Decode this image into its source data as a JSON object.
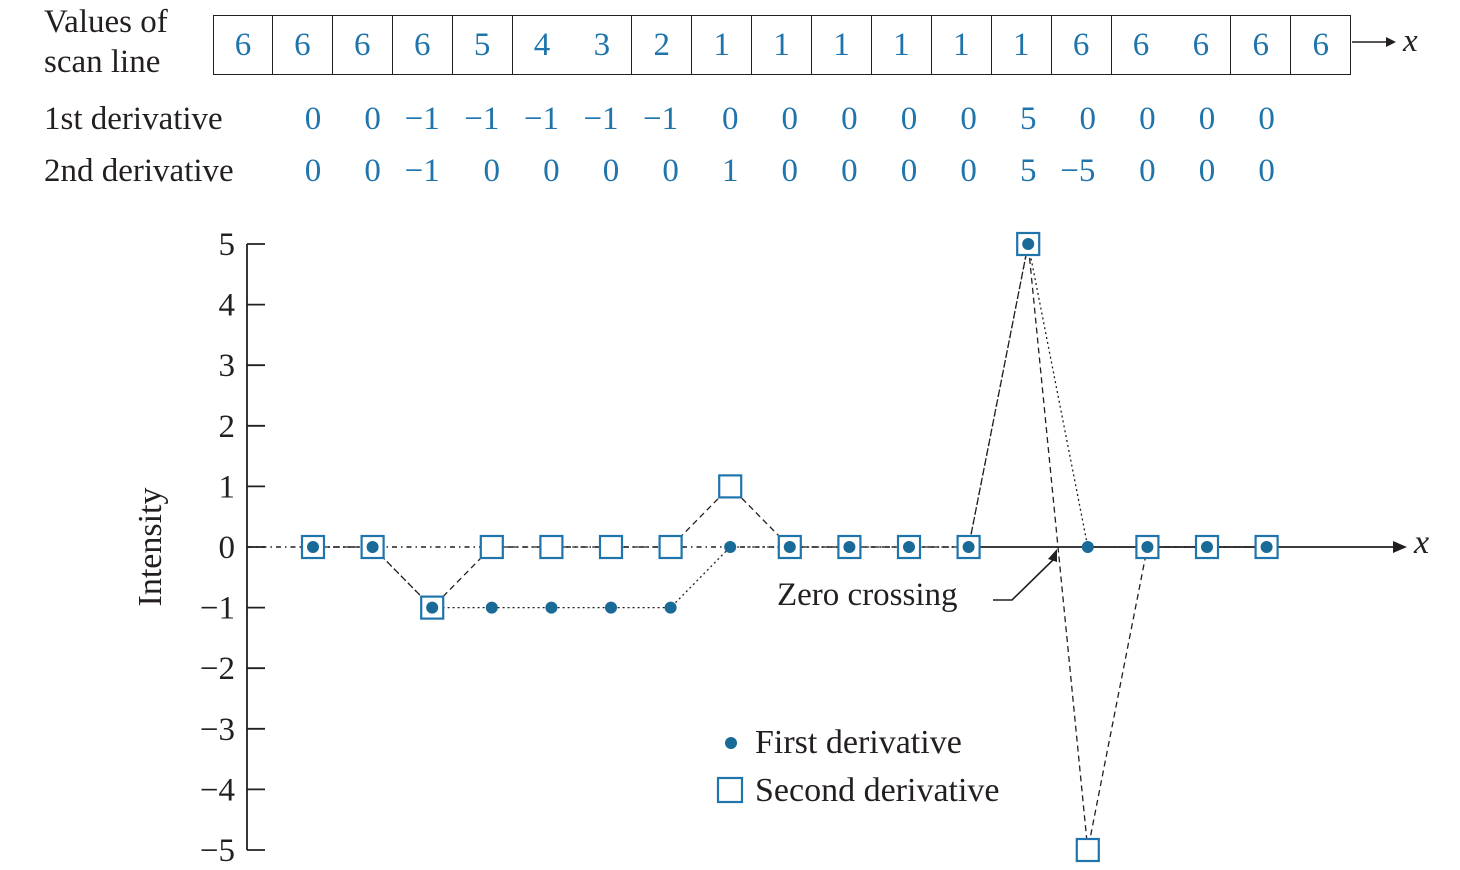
{
  "scan_table": {
    "label_line1": "Values of",
    "label_line2": "scan line",
    "x_label": "x",
    "values": [
      6,
      6,
      6,
      6,
      5,
      4,
      3,
      2,
      1,
      1,
      1,
      1,
      1,
      1,
      6,
      6,
      6,
      6,
      6
    ],
    "first_derivative_label": "1st derivative",
    "first_derivative_values": [
      "0",
      "0",
      "−1",
      "−1",
      "−1",
      "−1",
      "−1",
      "0",
      "0",
      "0",
      "0",
      "0",
      "5",
      "0",
      "0",
      "0",
      "0"
    ],
    "second_derivative_label": "2nd derivative",
    "second_derivative_values": [
      "0",
      "0",
      "−1",
      "0",
      "0",
      "0",
      "0",
      "1",
      "0",
      "0",
      "0",
      "0",
      "5",
      "−5",
      "0",
      "0",
      "0"
    ]
  },
  "colors": {
    "ink": "#231f20",
    "blue": "#1f74ac"
  },
  "chart_data": {
    "type": "line",
    "ylabel": "Intensity",
    "xlabel": "x",
    "ylim": [
      -5,
      5
    ],
    "yticks": [
      5,
      4,
      3,
      2,
      1,
      0,
      -1,
      -2,
      -3,
      -4,
      -5
    ],
    "x": [
      1,
      2,
      3,
      4,
      5,
      6,
      7,
      8,
      9,
      10,
      11,
      12,
      13,
      14,
      15,
      16,
      17
    ],
    "series": [
      {
        "name": "First derivative",
        "marker": "filled-circle",
        "line": "dotted",
        "values": [
          0,
          0,
          -1,
          -1,
          -1,
          -1,
          -1,
          0,
          0,
          0,
          0,
          0,
          5,
          0,
          0,
          0,
          0
        ]
      },
      {
        "name": "Second derivative",
        "marker": "open-square",
        "line": "dashed",
        "values": [
          0,
          0,
          -1,
          0,
          0,
          0,
          0,
          1,
          0,
          0,
          0,
          0,
          5,
          -5,
          0,
          0,
          0
        ]
      }
    ],
    "annotation": {
      "text": "Zero crossing",
      "x": 13.5,
      "y": 0
    },
    "legend": {
      "position": "bottom-center"
    }
  }
}
